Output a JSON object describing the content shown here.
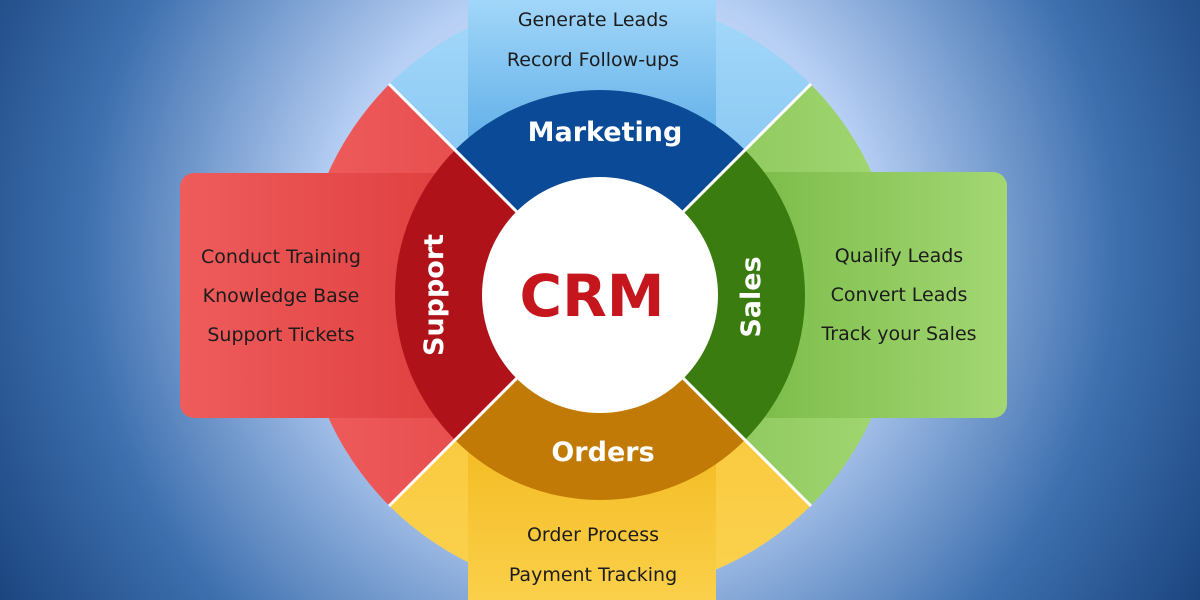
{
  "center": {
    "label": "CRM"
  },
  "segments": {
    "marketing": {
      "label": "Marketing",
      "items": [
        "Generate Leads",
        "Record Follow-ups"
      ],
      "colors": {
        "outer": "#5bb0ea",
        "outer_light": "#9cd3f7",
        "inner": "#0a4a96"
      }
    },
    "sales": {
      "label": "Sales",
      "items": [
        "Qualify Leads",
        "Convert Leads",
        "Track your Sales"
      ],
      "colors": {
        "outer": "#7fc24a",
        "outer_light": "#a9d97a",
        "inner": "#3a7c10"
      }
    },
    "orders": {
      "label": "Orders",
      "items": [
        "Order Process",
        "Payment Tracking"
      ],
      "colors": {
        "outer": "#f6c22e",
        "outer_light": "#fbd76a",
        "inner": "#c07a05"
      }
    },
    "support": {
      "label": "Support",
      "items": [
        "Conduct Training",
        "Knowledge Base",
        "Support Tickets"
      ],
      "colors": {
        "outer": "#e84040",
        "outer_light": "#f06b6b",
        "inner": "#b0121a"
      }
    }
  },
  "colors": {
    "background_light": "#cfe2ff",
    "background_dark": "#16427b",
    "center_text": "#c4161c"
  }
}
